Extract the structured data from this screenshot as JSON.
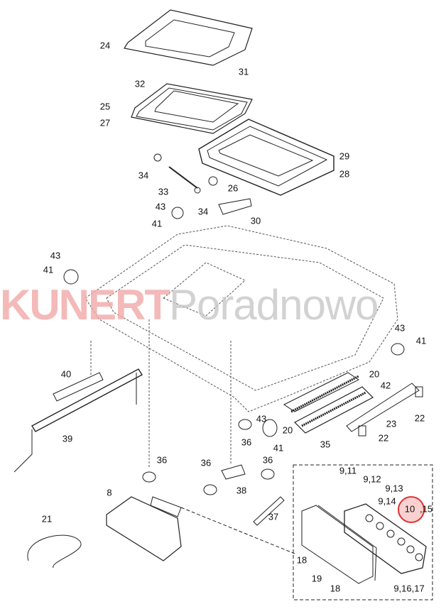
{
  "watermark": {
    "brand": "KUNERT",
    "suffix": "Poradnowo",
    "brand_color": "#f2a8a8"
  },
  "highlight_color": "#d33333",
  "callouts": {
    "c24": "24",
    "c31": "31",
    "c32": "32",
    "c25": "25",
    "c27": "27",
    "c29": "29",
    "c28": "28",
    "c34a": "34",
    "c33": "33",
    "c26": "26",
    "c43a": "43",
    "c41a": "41",
    "c34b": "34",
    "c30": "30",
    "c43b": "43",
    "c41b": "41",
    "c43c": "43",
    "c41c": "41",
    "c40": "40",
    "c20a": "20",
    "c42": "42",
    "c39": "39",
    "c43d": "43",
    "c20b": "20",
    "c35": "35",
    "c36a": "36",
    "c41d": "41",
    "c22a": "22",
    "c23": "23",
    "c22b": "22",
    "c36b": "36",
    "c36c": "36",
    "c36d": "36",
    "c8": "8",
    "c38": "38",
    "c37": "37",
    "c21": "21"
  },
  "inset": {
    "l1": "9,11",
    "l2": "9,12",
    "l3": "9,13",
    "l4": "9,14",
    "l5": "10",
    "l6": ",15",
    "l7": "18",
    "l8": "19",
    "l9": "18",
    "l10": "9,16,17"
  }
}
